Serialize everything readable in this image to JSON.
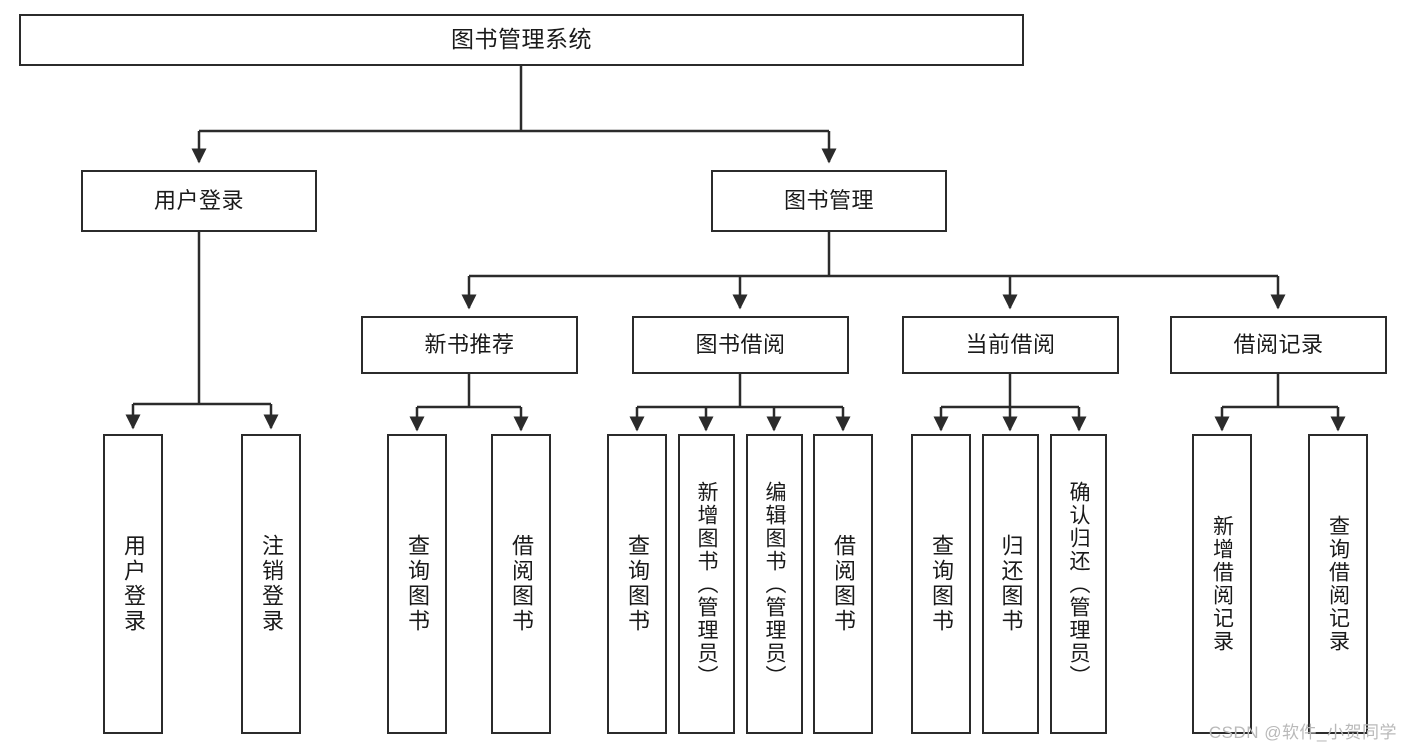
{
  "diagram": {
    "title": "图书管理系统",
    "type": "hierarchy-tree",
    "background_color": "#ffffff",
    "node_border_color": "#2b2b2b",
    "text_color": "#1a1a1a"
  },
  "nodes": {
    "root": {
      "label": "图书管理系统"
    },
    "level2": [
      {
        "id": "user-login",
        "label": "用户登录"
      },
      {
        "id": "book-manage",
        "label": "图书管理"
      }
    ],
    "level3": [
      {
        "id": "new-book-recommend",
        "label": "新书推荐"
      },
      {
        "id": "book-borrow",
        "label": "图书借阅"
      },
      {
        "id": "current-borrow",
        "label": "当前借阅"
      },
      {
        "id": "borrow-record",
        "label": "借阅记录"
      }
    ],
    "leaves": [
      {
        "id": "leaf-user-login",
        "label": "用户登录",
        "parent": "user-login"
      },
      {
        "id": "leaf-logout-login",
        "label": "注销登录",
        "parent": "user-login"
      },
      {
        "id": "leaf-query-book-1",
        "label": "查询图书",
        "parent": "new-book-recommend"
      },
      {
        "id": "leaf-borrow-book-1",
        "label": "借阅图书",
        "parent": "new-book-recommend"
      },
      {
        "id": "leaf-query-book-2",
        "label": "查询图书",
        "parent": "book-borrow"
      },
      {
        "id": "leaf-add-book",
        "label": "新增图书（管理员）",
        "parent": "book-borrow"
      },
      {
        "id": "leaf-edit-book",
        "label": "编辑图书（管理员）",
        "parent": "book-borrow"
      },
      {
        "id": "leaf-borrow-book-2",
        "label": "借阅图书",
        "parent": "book-borrow"
      },
      {
        "id": "leaf-query-book-3",
        "label": "查询图书",
        "parent": "current-borrow"
      },
      {
        "id": "leaf-return-book",
        "label": "归还图书",
        "parent": "current-borrow"
      },
      {
        "id": "leaf-confirm-return",
        "label": "确认归还（管理员）",
        "parent": "current-borrow"
      },
      {
        "id": "leaf-add-record",
        "label": "新增借阅记录",
        "parent": "borrow-record"
      },
      {
        "id": "leaf-query-record",
        "label": "查询借阅记录",
        "parent": "borrow-record"
      }
    ]
  },
  "watermark": {
    "text": "CSDN @软件_小贺同学"
  }
}
